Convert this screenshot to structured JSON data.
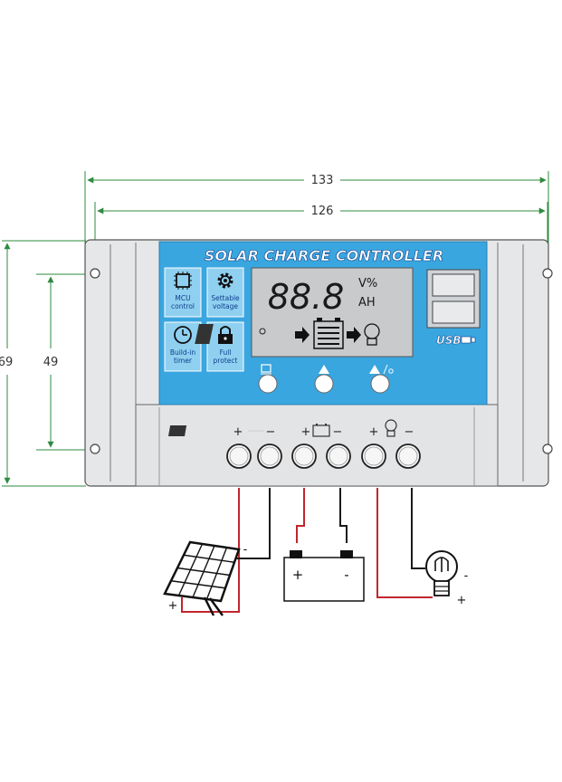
{
  "dimensions": {
    "overall_width": "133",
    "hole_spacing_width": "126",
    "overall_height": "69",
    "hole_spacing_height": "49"
  },
  "panel": {
    "title": "SOLAR CHARGE CONTROLLER",
    "lcd_digits": "88.8",
    "lcd_unit_top": "V%",
    "lcd_unit_bottom": "AH",
    "usb_label": "USB"
  },
  "features": [
    {
      "icon": "chip-icon",
      "line1": "MCU",
      "line2": "control"
    },
    {
      "icon": "gear-icon",
      "line1": "Settable",
      "line2": "voltage"
    },
    {
      "icon": "clock-icon",
      "line1": "Build-in",
      "line2": "timer"
    },
    {
      "icon": "lock-icon",
      "line1": "Full",
      "line2": "protect"
    }
  ],
  "buttons": [
    "menu-button",
    "warning-button",
    "setting-button"
  ],
  "terminals": {
    "groups": [
      "solar-panel",
      "battery",
      "load"
    ],
    "plus": "+",
    "minus": "−"
  },
  "wiring": {
    "solar_plus": "+",
    "solar_minus": "-",
    "battery_plus": "+",
    "battery_minus": "-",
    "load_plus": "+",
    "load_minus": "-"
  },
  "colors": {
    "panel_blue": "#3aa6df",
    "case_grey": "#e6e7e9",
    "dim_green": "#2e8b3e",
    "wire_red": "#c1262d",
    "wire_black": "#1a1a1a",
    "title_blue": "#0e3f8c"
  }
}
